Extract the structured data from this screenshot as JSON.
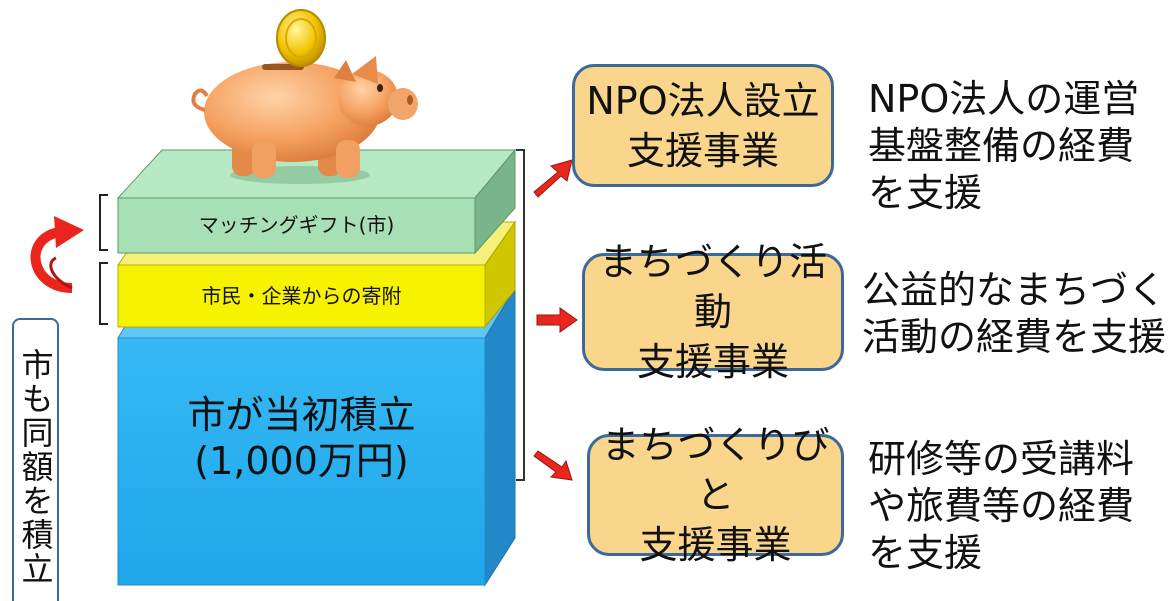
{
  "blocks": {
    "matching_gift": "マッチングギフト(市)",
    "donations": "市民・企業からの寄附",
    "city_fund_line1": "市が当初積立",
    "city_fund_line2": "(1,000万円)"
  },
  "side_label": "市も同額を積立",
  "programs": [
    {
      "title_line1": "NPO法人設立",
      "title_line2": "支援事業",
      "desc": [
        "NPO法人の運営",
        "基盤整備の経費",
        "を支援"
      ]
    },
    {
      "title_line1": "まちづくり活動",
      "title_line2": "支援事業",
      "desc": [
        "公益的なまちづくり",
        "活動の経費を支援"
      ]
    },
    {
      "title_line1": "まちづくりびと",
      "title_line2": "支援事業",
      "desc": [
        "研修等の受講料",
        "や旅費等の経費",
        "を支援"
      ]
    }
  ],
  "colors": {
    "green_block": "#a8e0b6",
    "yellow_block": "#f7f200",
    "blue_block": "#2fb5f2",
    "program_box": "#f9d68c",
    "box_border": "#3b6a9a",
    "arrow": "#e8261e"
  },
  "icons": [
    "piggy-bank-icon",
    "coin-icon",
    "curved-arrow-icon"
  ]
}
